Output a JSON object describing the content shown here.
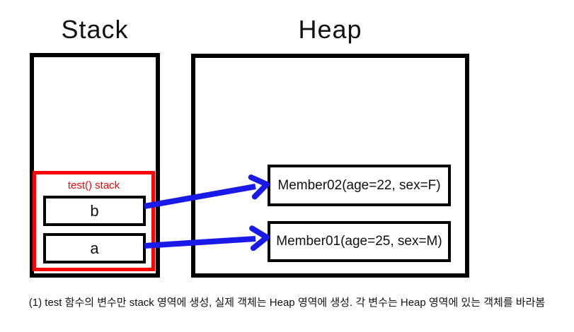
{
  "titles": {
    "stack": "Stack",
    "heap": "Heap"
  },
  "stack_area": {
    "frame_label": "test() stack",
    "variables": [
      {
        "name": "b"
      },
      {
        "name": "a"
      }
    ]
  },
  "heap_area": {
    "objects": [
      {
        "label": "Member02(age=22, sex=F)"
      },
      {
        "label": "Member01(age=25, sex=M)"
      }
    ]
  },
  "arrows": [
    {
      "from": "b",
      "to": "Member02(age=22, sex=F)"
    },
    {
      "from": "a",
      "to": "Member01(age=25, sex=M)"
    }
  ],
  "caption": "(1) test 함수의 변수만 stack 영역에 생성, 실제 객체는 Heap 영역에 생성. 각 변수는 Heap 영역에 있는 객체를 바라봄",
  "colors": {
    "frame_red": "#ff0000",
    "arrow_blue": "#1a1ae8",
    "box_border": "#000000",
    "text_black": "#111111"
  }
}
